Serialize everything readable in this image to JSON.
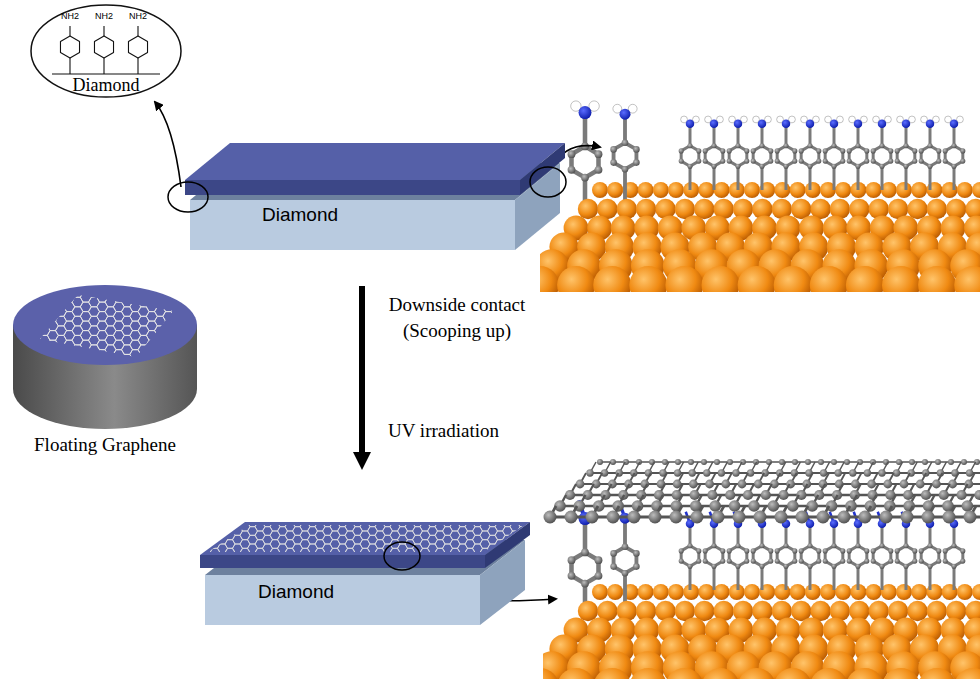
{
  "diagram": {
    "nodes": [
      {
        "text": [
          "NH2",
          "NH2",
          "NH2",
          "Diamond"
        ]
      },
      {
        "text": [
          "Diamond"
        ]
      },
      {
        "text": [
          "Floating Graphene"
        ]
      },
      {
        "text": [
          "Diamond"
        ]
      }
    ],
    "edges": [
      {
        "from": 1,
        "to": 0,
        "arrow": "to"
      },
      {
        "from": 1,
        "to": 3,
        "arrow": "to",
        "label": "Downside contact (Scooping up)"
      }
    ],
    "labels": [
      "UV irradiation"
    ]
  }
}
